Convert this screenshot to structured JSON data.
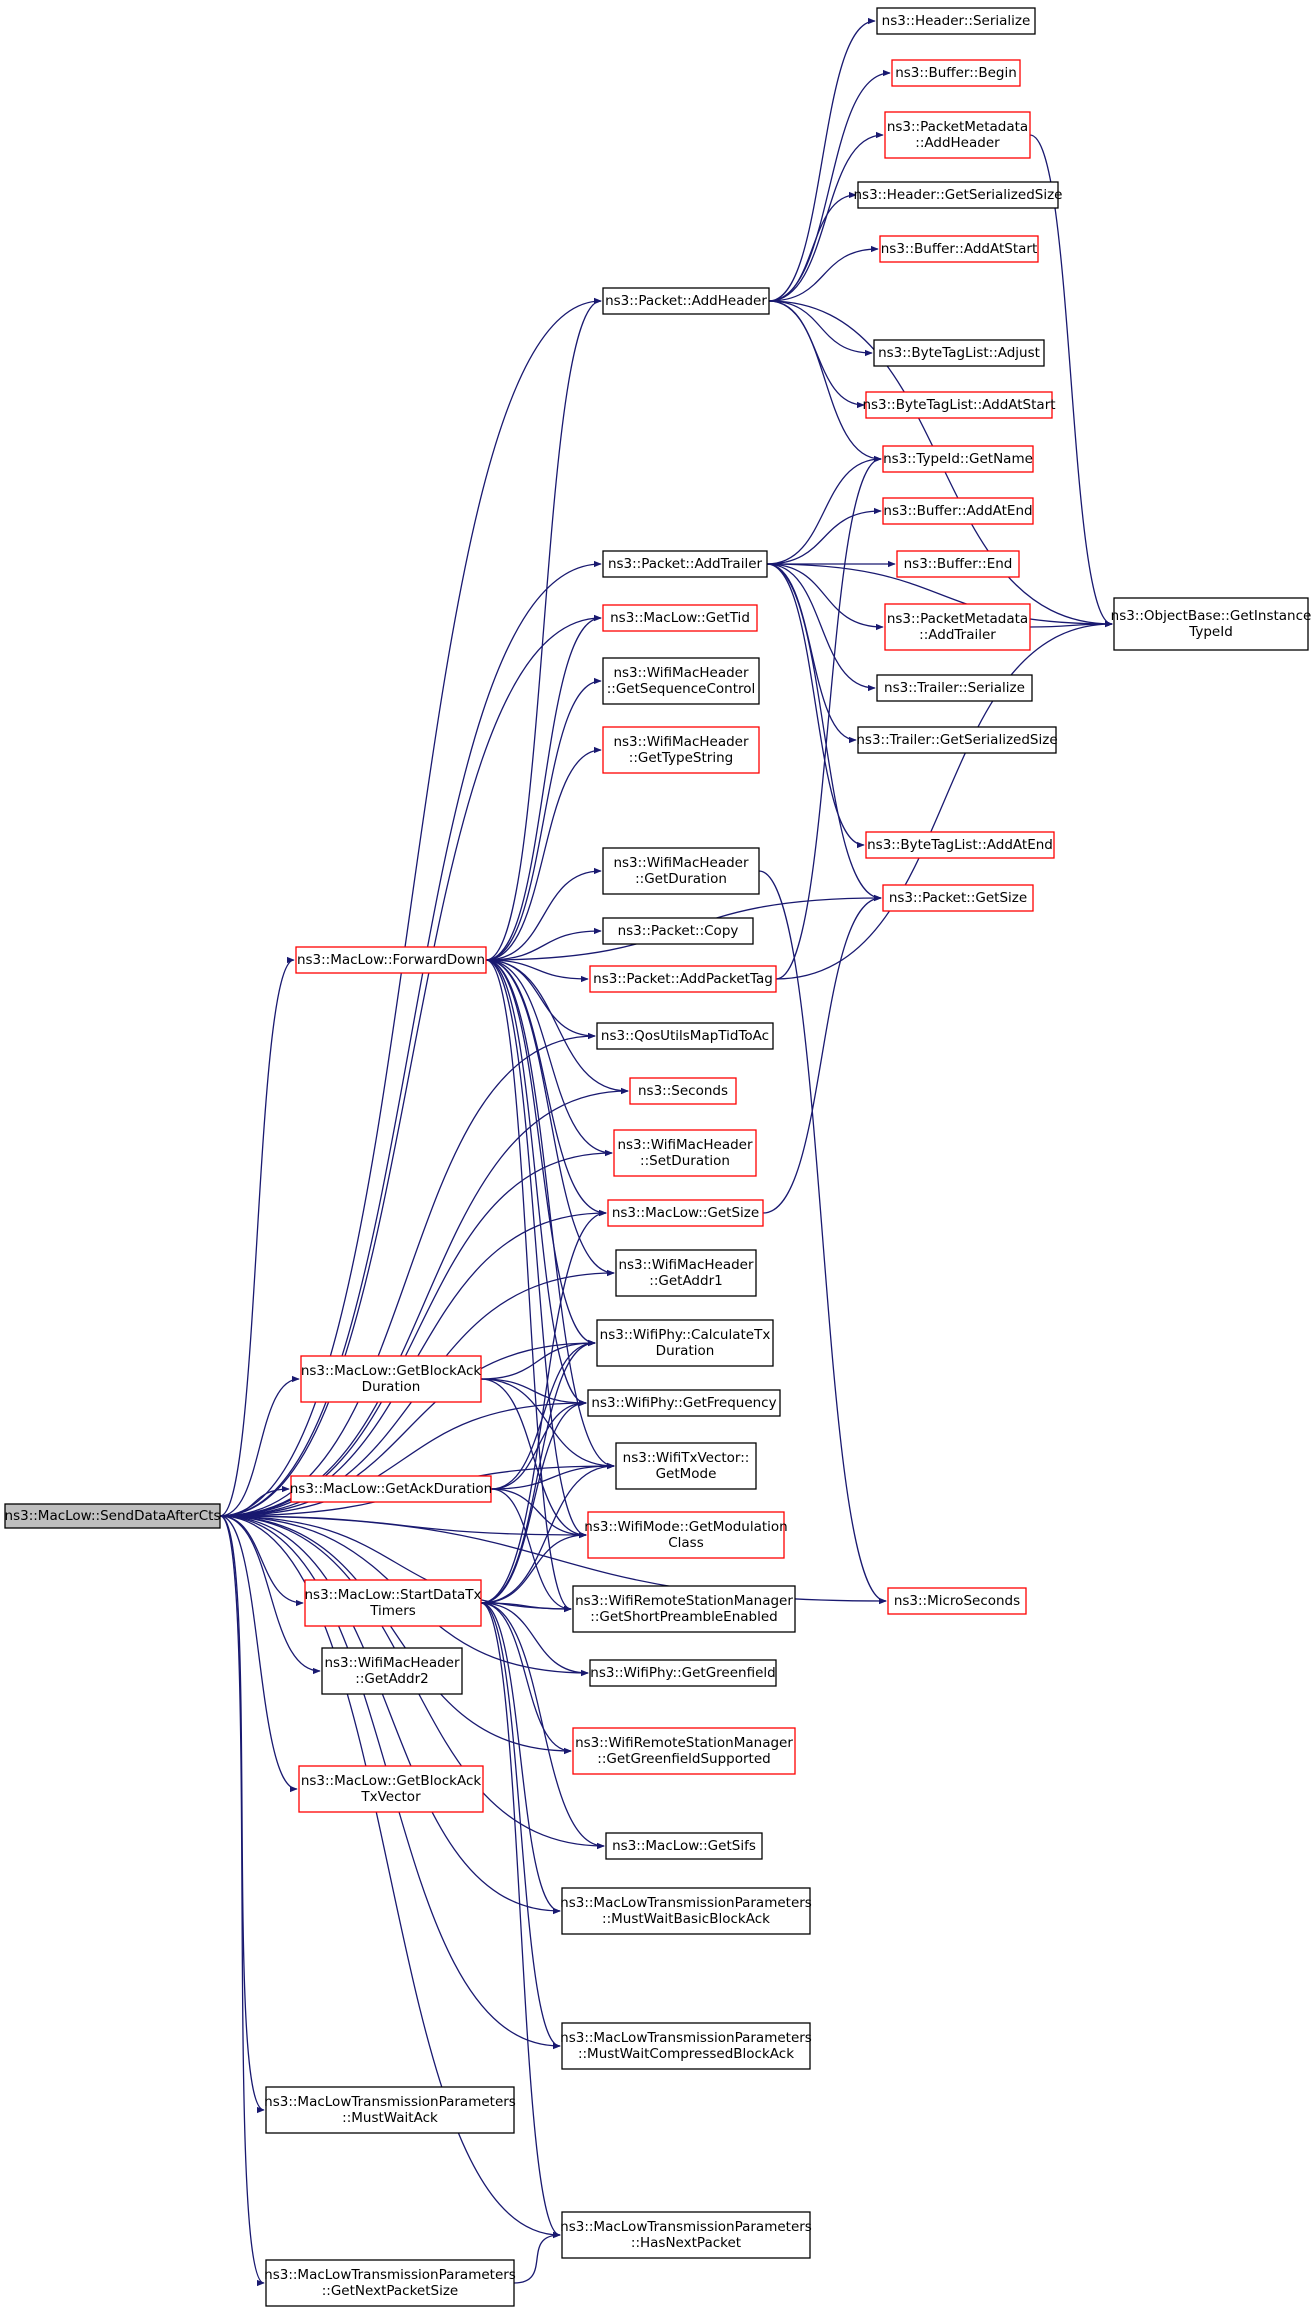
{
  "graph": {
    "colors": {
      "edge": "#191970",
      "border_default": "#000000",
      "border_highlight": "#ff0000",
      "root_fill": "#bfbfbf",
      "node_fill": "#ffffff"
    },
    "nodes": [
      {
        "id": "root",
        "lines": [
          "ns3::MacLow::SendDataAfterCts"
        ],
        "style": "root"
      },
      {
        "id": "hdr_serialize",
        "lines": [
          "ns3::Header::Serialize"
        ],
        "style": "black"
      },
      {
        "id": "buf_begin",
        "lines": [
          "ns3::Buffer::Begin"
        ],
        "style": "red"
      },
      {
        "id": "pm_addheader",
        "lines": [
          "ns3::PacketMetadata",
          "::AddHeader"
        ],
        "style": "red"
      },
      {
        "id": "hdr_getsize",
        "lines": [
          "ns3::Header::GetSerializedSize"
        ],
        "style": "black"
      },
      {
        "id": "buf_addatstart",
        "lines": [
          "ns3::Buffer::AddAtStart"
        ],
        "style": "red"
      },
      {
        "id": "pkt_addheader",
        "lines": [
          "ns3::Packet::AddHeader"
        ],
        "style": "black"
      },
      {
        "id": "btl_adjust",
        "lines": [
          "ns3::ByteTagList::Adjust"
        ],
        "style": "black"
      },
      {
        "id": "btl_addatstart",
        "lines": [
          "ns3::ByteTagList::AddAtStart"
        ],
        "style": "red"
      },
      {
        "id": "typeid_getname",
        "lines": [
          "ns3::TypeId::GetName"
        ],
        "style": "red"
      },
      {
        "id": "buf_addatend",
        "lines": [
          "ns3::Buffer::AddAtEnd"
        ],
        "style": "red"
      },
      {
        "id": "pkt_addtrailer",
        "lines": [
          "ns3::Packet::AddTrailer"
        ],
        "style": "black"
      },
      {
        "id": "buf_end",
        "lines": [
          "ns3::Buffer::End"
        ],
        "style": "red"
      },
      {
        "id": "maclow_gettid",
        "lines": [
          "ns3::MacLow::GetTid"
        ],
        "style": "red"
      },
      {
        "id": "pm_addtrailer",
        "lines": [
          "ns3::PacketMetadata",
          "::AddTrailer"
        ],
        "style": "red"
      },
      {
        "id": "ob_getinstance",
        "lines": [
          "ns3::ObjectBase::GetInstance",
          "TypeId"
        ],
        "style": "black"
      },
      {
        "id": "wmh_getseqctl",
        "lines": [
          "ns3::WifiMacHeader",
          "::GetSequenceControl"
        ],
        "style": "black"
      },
      {
        "id": "trl_serialize",
        "lines": [
          "ns3::Trailer::Serialize"
        ],
        "style": "black"
      },
      {
        "id": "trl_getsize",
        "lines": [
          "ns3::Trailer::GetSerializedSize"
        ],
        "style": "black"
      },
      {
        "id": "wmh_gettypestring",
        "lines": [
          "ns3::WifiMacHeader",
          "::GetTypeString"
        ],
        "style": "red"
      },
      {
        "id": "btl_addatend",
        "lines": [
          "ns3::ByteTagList::AddAtEnd"
        ],
        "style": "red"
      },
      {
        "id": "wmh_getduration",
        "lines": [
          "ns3::WifiMacHeader",
          "::GetDuration"
        ],
        "style": "black"
      },
      {
        "id": "pkt_getsize",
        "lines": [
          "ns3::Packet::GetSize"
        ],
        "style": "red"
      },
      {
        "id": "pkt_copy",
        "lines": [
          "ns3::Packet::Copy"
        ],
        "style": "black"
      },
      {
        "id": "maclow_forwarddown",
        "lines": [
          "ns3::MacLow::ForwardDown"
        ],
        "style": "red"
      },
      {
        "id": "pkt_addpackettag",
        "lines": [
          "ns3::Packet::AddPacketTag"
        ],
        "style": "red"
      },
      {
        "id": "qos_maptid",
        "lines": [
          "ns3::QosUtilsMapTidToAc"
        ],
        "style": "black"
      },
      {
        "id": "seconds",
        "lines": [
          "ns3::Seconds"
        ],
        "style": "red"
      },
      {
        "id": "wmh_setduration",
        "lines": [
          "ns3::WifiMacHeader",
          "::SetDuration"
        ],
        "style": "red"
      },
      {
        "id": "maclow_getsize",
        "lines": [
          "ns3::MacLow::GetSize"
        ],
        "style": "red"
      },
      {
        "id": "wmh_getaddr1",
        "lines": [
          "ns3::WifiMacHeader",
          "::GetAddr1"
        ],
        "style": "black"
      },
      {
        "id": "wphy_calctx",
        "lines": [
          "ns3::WifiPhy::CalculateTx",
          "Duration"
        ],
        "style": "black"
      },
      {
        "id": "maclow_getbadur",
        "lines": [
          "ns3::MacLow::GetBlockAck",
          "Duration"
        ],
        "style": "red"
      },
      {
        "id": "wphy_getfreq",
        "lines": [
          "ns3::WifiPhy::GetFrequency"
        ],
        "style": "black"
      },
      {
        "id": "wtx_getmode",
        "lines": [
          "ns3::WifiTxVector::",
          "GetMode"
        ],
        "style": "black"
      },
      {
        "id": "maclow_getackdur",
        "lines": [
          "ns3::MacLow::GetAckDuration"
        ],
        "style": "red"
      },
      {
        "id": "wmode_getmodclass",
        "lines": [
          "ns3::WifiMode::GetModulation",
          "Class"
        ],
        "style": "red"
      },
      {
        "id": "microseconds",
        "lines": [
          "ns3::MicroSeconds"
        ],
        "style": "red"
      },
      {
        "id": "maclow_startdatatx",
        "lines": [
          "ns3::MacLow::StartDataTx",
          "Timers"
        ],
        "style": "red"
      },
      {
        "id": "wrsm_getshortpre",
        "lines": [
          "ns3::WifiRemoteStationManager",
          "::GetShortPreambleEnabled"
        ],
        "style": "black"
      },
      {
        "id": "wmh_getaddr2",
        "lines": [
          "ns3::WifiMacHeader",
          "::GetAddr2"
        ],
        "style": "black"
      },
      {
        "id": "wphy_getgreenfield",
        "lines": [
          "ns3::WifiPhy::GetGreenfield"
        ],
        "style": "black"
      },
      {
        "id": "wrsm_getgreenfield",
        "lines": [
          "ns3::WifiRemoteStationManager",
          "::GetGreenfieldSupported"
        ],
        "style": "red"
      },
      {
        "id": "maclow_getbatxv",
        "lines": [
          "ns3::MacLow::GetBlockAck",
          "TxVector"
        ],
        "style": "red"
      },
      {
        "id": "maclow_getsifs",
        "lines": [
          "ns3::MacLow::GetSifs"
        ],
        "style": "black"
      },
      {
        "id": "mtp_mustwaitbasic",
        "lines": [
          "ns3::MacLowTransmissionParameters",
          "::MustWaitBasicBlockAck"
        ],
        "style": "black"
      },
      {
        "id": "mtp_mustwaitcomp",
        "lines": [
          "ns3::MacLowTransmissionParameters",
          "::MustWaitCompressedBlockAck"
        ],
        "style": "black"
      },
      {
        "id": "mtp_mustwaitack",
        "lines": [
          "ns3::MacLowTransmissionParameters",
          "::MustWaitAck"
        ],
        "style": "black"
      },
      {
        "id": "mtp_hasnext",
        "lines": [
          "ns3::MacLowTransmissionParameters",
          "::HasNextPacket"
        ],
        "style": "black"
      },
      {
        "id": "mtp_getnextsize",
        "lines": [
          "ns3::MacLowTransmissionParameters",
          "::GetNextPacketSize"
        ],
        "style": "black"
      }
    ],
    "edges": [
      [
        "pkt_addheader",
        "hdr_serialize"
      ],
      [
        "pkt_addheader",
        "buf_begin"
      ],
      [
        "pkt_addheader",
        "pm_addheader"
      ],
      [
        "pkt_addheader",
        "hdr_getsize"
      ],
      [
        "pkt_addheader",
        "buf_addatstart"
      ],
      [
        "pkt_addheader",
        "btl_adjust"
      ],
      [
        "pkt_addheader",
        "btl_addatstart"
      ],
      [
        "pkt_addheader",
        "typeid_getname"
      ],
      [
        "pkt_addheader",
        "ob_getinstance"
      ],
      [
        "pm_addheader",
        "ob_getinstance"
      ],
      [
        "pkt_addtrailer",
        "typeid_getname"
      ],
      [
        "pkt_addtrailer",
        "buf_addatend"
      ],
      [
        "pkt_addtrailer",
        "buf_end"
      ],
      [
        "pkt_addtrailer",
        "pm_addtrailer"
      ],
      [
        "pkt_addtrailer",
        "trl_serialize"
      ],
      [
        "pkt_addtrailer",
        "trl_getsize"
      ],
      [
        "pkt_addtrailer",
        "ob_getinstance"
      ],
      [
        "pkt_addtrailer",
        "btl_addatend"
      ],
      [
        "pkt_addtrailer",
        "pkt_getsize"
      ],
      [
        "pm_addtrailer",
        "ob_getinstance"
      ],
      [
        "maclow_forwarddown",
        "pkt_addheader"
      ],
      [
        "maclow_forwarddown",
        "maclow_gettid"
      ],
      [
        "maclow_forwarddown",
        "wmh_getseqctl"
      ],
      [
        "maclow_forwarddown",
        "wmh_gettypestring"
      ],
      [
        "maclow_forwarddown",
        "wmh_getduration"
      ],
      [
        "maclow_forwarddown",
        "pkt_getsize"
      ],
      [
        "maclow_forwarddown",
        "pkt_copy"
      ],
      [
        "maclow_forwarddown",
        "pkt_addpackettag"
      ],
      [
        "maclow_forwarddown",
        "qos_maptid"
      ],
      [
        "maclow_forwarddown",
        "seconds"
      ],
      [
        "maclow_forwarddown",
        "wmh_setduration"
      ],
      [
        "maclow_forwarddown",
        "maclow_getsize"
      ],
      [
        "maclow_forwarddown",
        "wmh_getaddr1"
      ],
      [
        "maclow_forwarddown",
        "wphy_calctx"
      ],
      [
        "maclow_forwarddown",
        "wphy_getfreq"
      ],
      [
        "maclow_forwarddown",
        "wtx_getmode"
      ],
      [
        "maclow_forwarddown",
        "wmode_getmodclass"
      ],
      [
        "maclow_forwarddown",
        "wrsm_getshortpre"
      ],
      [
        "wmh_getduration",
        "microseconds"
      ],
      [
        "pkt_addpackettag",
        "typeid_getname"
      ],
      [
        "pkt_addpackettag",
        "ob_getinstance"
      ],
      [
        "maclow_getsize",
        "pkt_getsize"
      ],
      [
        "maclow_getbadur",
        "wphy_calctx"
      ],
      [
        "maclow_getbadur",
        "wphy_getfreq"
      ],
      [
        "maclow_getbadur",
        "wtx_getmode"
      ],
      [
        "maclow_getbadur",
        "wmode_getmodclass"
      ],
      [
        "maclow_getackdur",
        "wphy_calctx"
      ],
      [
        "maclow_getackdur",
        "wphy_getfreq"
      ],
      [
        "maclow_getackdur",
        "wtx_getmode"
      ],
      [
        "maclow_getackdur",
        "wmode_getmodclass"
      ],
      [
        "maclow_getackdur",
        "wrsm_getshortpre"
      ],
      [
        "maclow_startdatatx",
        "maclow_getsize"
      ],
      [
        "maclow_startdatatx",
        "wphy_calctx"
      ],
      [
        "maclow_startdatatx",
        "wphy_getfreq"
      ],
      [
        "maclow_startdatatx",
        "wtx_getmode"
      ],
      [
        "maclow_startdatatx",
        "wmode_getmodclass"
      ],
      [
        "maclow_startdatatx",
        "wrsm_getshortpre"
      ],
      [
        "maclow_startdatatx",
        "wphy_getgreenfield"
      ],
      [
        "maclow_startdatatx",
        "wrsm_getgreenfield"
      ],
      [
        "maclow_startdatatx",
        "maclow_getsifs"
      ],
      [
        "maclow_startdatatx",
        "mtp_mustwaitbasic"
      ],
      [
        "maclow_startdatatx",
        "mtp_mustwaitcomp"
      ],
      [
        "maclow_startdatatx",
        "mtp_hasnext"
      ],
      [
        "root",
        "pkt_addheader"
      ],
      [
        "root",
        "pkt_addtrailer"
      ],
      [
        "root",
        "maclow_gettid"
      ],
      [
        "root",
        "maclow_forwarddown"
      ],
      [
        "root",
        "qos_maptid"
      ],
      [
        "root",
        "seconds"
      ],
      [
        "root",
        "wmh_setduration"
      ],
      [
        "root",
        "maclow_getsize"
      ],
      [
        "root",
        "wmh_getaddr1"
      ],
      [
        "root",
        "wphy_calctx"
      ],
      [
        "root",
        "maclow_getbadur"
      ],
      [
        "root",
        "wphy_getfreq"
      ],
      [
        "root",
        "wtx_getmode"
      ],
      [
        "root",
        "maclow_getackdur"
      ],
      [
        "root",
        "wmode_getmodclass"
      ],
      [
        "root",
        "maclow_startdatatx"
      ],
      [
        "root",
        "wrsm_getshortpre"
      ],
      [
        "root",
        "wmh_getaddr2"
      ],
      [
        "root",
        "wphy_getgreenfield"
      ],
      [
        "root",
        "wrsm_getgreenfield"
      ],
      [
        "root",
        "maclow_getbatxv"
      ],
      [
        "root",
        "maclow_getsifs"
      ],
      [
        "root",
        "mtp_mustwaitbasic"
      ],
      [
        "root",
        "mtp_mustwaitcomp"
      ],
      [
        "root",
        "mtp_mustwaitack"
      ],
      [
        "root",
        "microseconds"
      ],
      [
        "root",
        "mtp_hasnext"
      ],
      [
        "root",
        "mtp_getnextsize"
      ],
      [
        "mtp_getnextsize",
        "mtp_hasnext"
      ]
    ]
  }
}
